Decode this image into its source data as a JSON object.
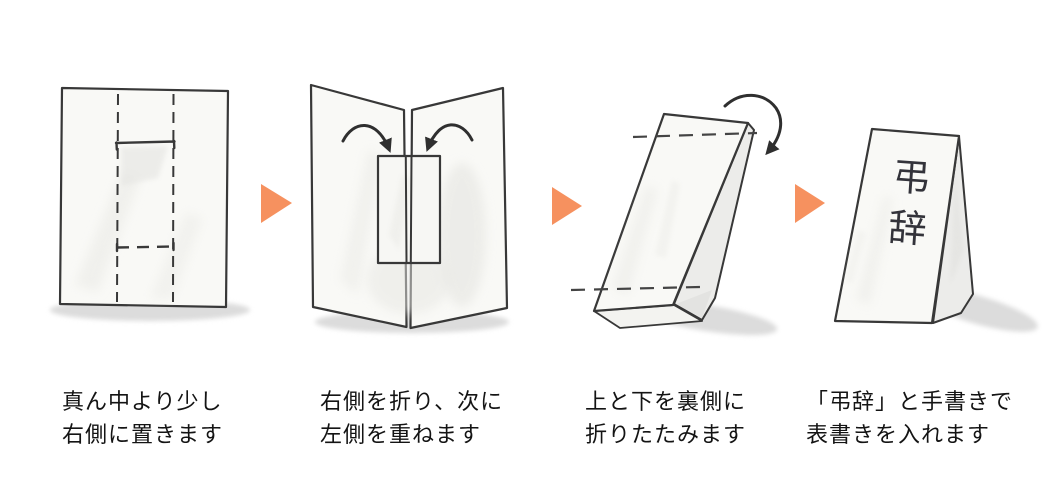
{
  "colors": {
    "accent": "#F6915F",
    "ink": "#383838",
    "paper": "#F9F9F6",
    "shadow": "#DCDCDC",
    "caption_text": "#141414",
    "background": "#FFFFFF"
  },
  "steps": [
    {
      "illustration": "wrapping-paper-with-fold-guides-and-inner-sheet",
      "caption_lines": [
        "真ん中より少し",
        "右側に置きます"
      ]
    },
    {
      "illustration": "folding-right-then-left-panel-inward",
      "caption_lines": [
        "右側を折り、次に",
        "左側を重ねます"
      ]
    },
    {
      "illustration": "folding-top-and-bottom-to-back",
      "caption_lines": [
        "上と下を裏側に",
        "折りたたみます"
      ]
    },
    {
      "illustration": "finished-folded-paper-standing",
      "caption_lines": [
        "「弔辞」と手書きで",
        "表書きを入れます"
      ],
      "front_label": "弔辞"
    }
  ]
}
